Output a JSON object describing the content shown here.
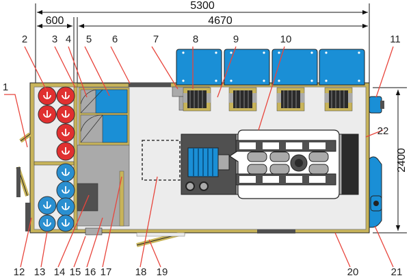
{
  "dimensions": {
    "total_length": "5300",
    "inner_length": "4670",
    "cabin_length": "600",
    "width": "2400"
  },
  "callouts": [
    "1",
    "2",
    "3",
    "4",
    "5",
    "6",
    "7",
    "8",
    "9",
    "10",
    "11",
    "12",
    "13",
    "14",
    "15",
    "16",
    "17",
    "18",
    "19",
    "20",
    "21",
    "22"
  ],
  "colors": {
    "wall": "#c8b45a",
    "floor": "#ececec",
    "cylinder_red": "#e03030",
    "cylinder_blue": "#2a8fd0",
    "equipment_blue": "#1a8fd6",
    "equipment_gray": "#aaaaaa",
    "equipment_dark": "#505050",
    "leader": "#e8453c"
  }
}
